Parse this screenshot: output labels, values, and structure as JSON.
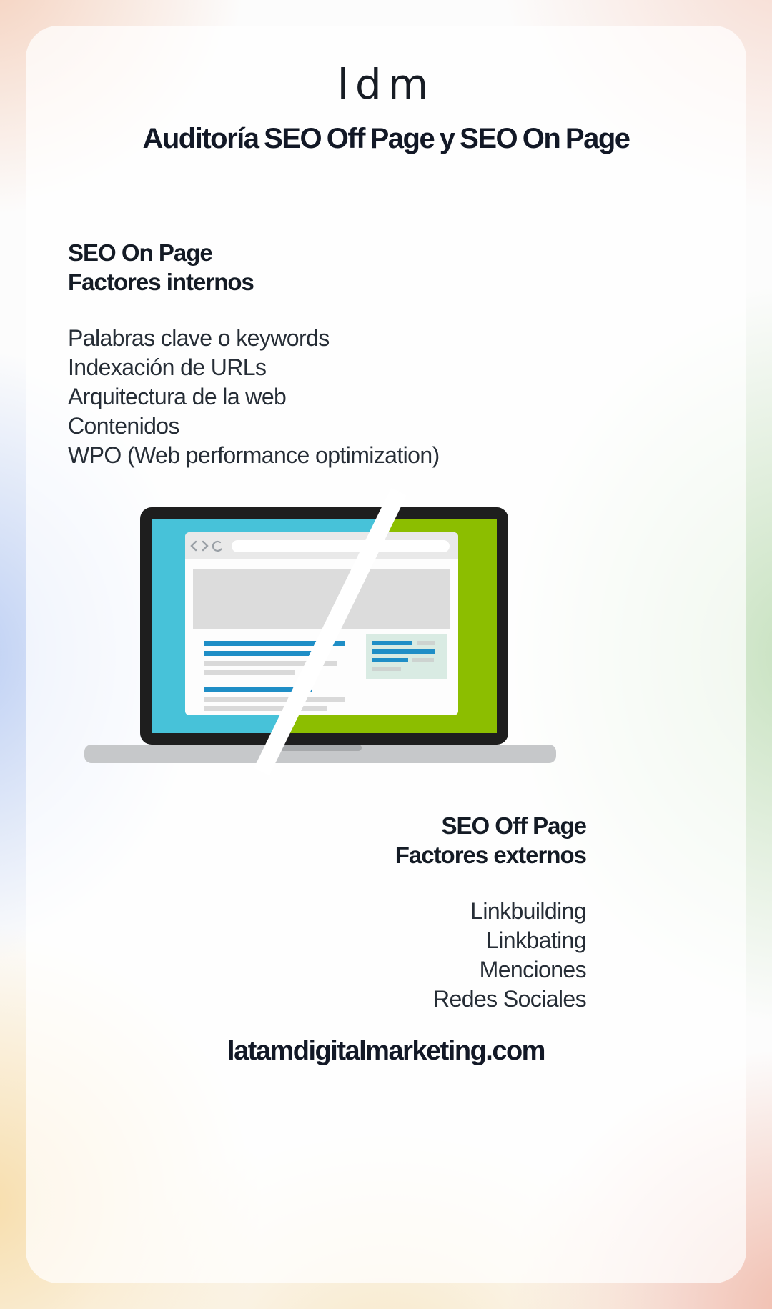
{
  "page": {
    "logo_text": "ldm",
    "title": "Auditoría SEO Off Page y SEO On Page",
    "footer_domain": "latamdigitalmarketing.com"
  },
  "seo_on_page": {
    "heading": "SEO On Page",
    "subheading": "Factores internos",
    "items": [
      "Palabras clave o keywords",
      "Indexación de URLs",
      "Arquitectura de la web",
      "Contenidos",
      "WPO (Web performance optimization)"
    ]
  },
  "seo_off_page": {
    "heading": "SEO Off Page",
    "subheading": "Factores externos",
    "items": [
      "Linkbuilding",
      "Linkbating",
      "Menciones",
      "Redes Sociales"
    ]
  },
  "illustration": {
    "label": "laptop-split-screen",
    "colors": {
      "frame": "#1e1e1e",
      "left_bezel": "#47c2d9",
      "right_bezel": "#8cbe00",
      "base": "#c6c8ca",
      "base_notch": "#a7a9ab",
      "accent_blue": "#1f8ec6",
      "panel": "#d9ebe3",
      "slash": "#ffffff"
    }
  }
}
